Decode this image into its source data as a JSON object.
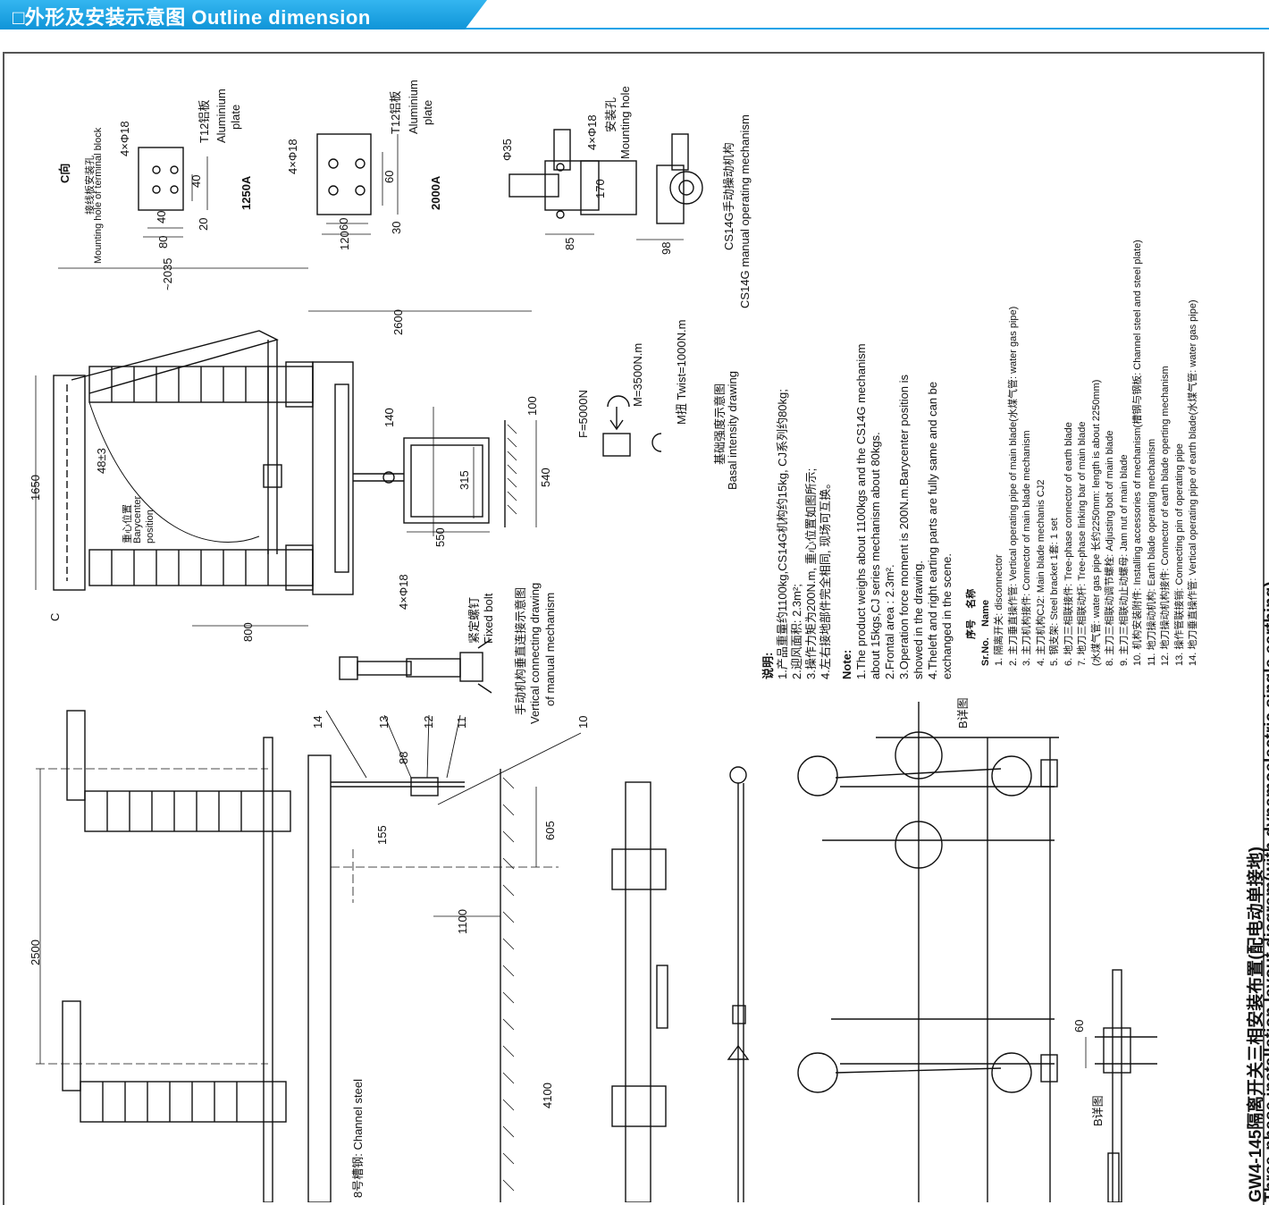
{
  "header": {
    "title": "□外形及安装示意图 Outline dimension"
  },
  "colors": {
    "accent": "#1aa3e8",
    "stroke": "#111111"
  },
  "drawing_title": {
    "cn": "GW4-145隔离开关三相安装布置(配电动单接地)",
    "en": "Three-phase installation layout diagram(with dynamoelectric single earthing)"
  },
  "views": {
    "c_view": {
      "title_cn": "C向",
      "hole_cn": "接线板安装孔",
      "hole_en": "Mounting hole of terminal block",
      "holes": "4×Φ18",
      "plate_cn": "T12铝板",
      "plate_en_1": "Aluminium",
      "plate_en_2": "plate",
      "rating_1": "1250A",
      "rating_2": "2000A",
      "dims_1": [
        "40",
        "20",
        "40",
        "80"
      ],
      "dims_2": [
        "60",
        "30",
        "60",
        "120"
      ]
    },
    "mechanism": {
      "diameter": "Φ35",
      "holes": "4×Φ18",
      "hole_cn": "安装孔",
      "hole_en": "Mounting hole",
      "dims": [
        "170",
        "85",
        "98"
      ],
      "name_cn": "CS14G手动操动机构",
      "name_en": "CS14G manual operating mechanism"
    },
    "basal": {
      "force": "F=5000N",
      "moment": "M=3500N.m",
      "twist": "M扭 Twist=1000N.m",
      "title_cn": "基础强度示意图",
      "title_en": "Basal intensity drawing"
    },
    "side": {
      "dims": [
        "1650",
        "48±3",
        "~2035",
        "2600",
        "140",
        "100",
        "315",
        "540",
        "550",
        "800"
      ],
      "holes": "4×Φ18",
      "bary_cn": "重心位置",
      "bary_en_1": "Barycenter",
      "bary_en_2": "position",
      "c_mark": "C"
    },
    "connect": {
      "bolt_cn": "紧定螺钉",
      "bolt_en": "Fixed bolt",
      "title_cn": "手动机构垂直连接示意图",
      "title_en_1": "Vertical connecting drawing",
      "title_en_2": "of manual mechanism"
    },
    "front": {
      "dims": [
        "2500",
        "155",
        "88",
        "605",
        "1100",
        "4100"
      ],
      "items": [
        "14",
        "13",
        "12",
        "11",
        "10"
      ],
      "channel": "8号槽钢: Channel steel"
    },
    "detail": {
      "label": "B详图",
      "dim": "60"
    }
  },
  "notes": {
    "cn_title": "说明:",
    "cn": [
      "1.产品重量约1100kg,CS14G机构约15kg, CJ系列约80kg;",
      "2.迎风面积: 2.3m²;",
      "3.操作力矩为200N.m, 重心位置如图所示;",
      "4.左右接地部件完全相同, 现场可互换。"
    ],
    "en_title": "Note:",
    "en": [
      "1.The product weighs about 1100kgs and the CS14G mechanism",
      "   about 15kgs,CJ series mechanism about 80kgs.",
      "2.Frontal area : 2.3m².",
      "3.Operation force moment is 200N.m.Barycenter position is",
      "   showed in the drawing.",
      "4.Theleft and right earting parts are fully same and can be",
      "   exchanged in the scene."
    ]
  },
  "parts": {
    "header_cn": [
      "序号",
      "名称"
    ],
    "header_en": [
      "Sr.No.",
      "Name"
    ],
    "rows": [
      "1.   隔离开关: disconnector",
      "2.   主刀垂直操作管: Vertical operating pipe of main blade(水煤气管: water gas pipe)",
      "3.   主刀机构接件: Connector of main blade mechanism",
      "4.   主刀机构CJ2: Main blade mechanis CJ2",
      "5.   钢支架: Steel bracket  1套: 1 set",
      "6.   地刀三相联接件: Tree-phase connector of earth blade",
      "7.   地刀三相联动杆: Tree-phase linking bar of main blade",
      "      (水煤气管: water gas pipe  长约2250mm: length is about 2250mm)",
      "8.   主刀三相联动调节螺栓: Adjusting bolt of main blade",
      "9.   主刀三相联动止动螺母: Jam nut of main blade",
      "10.  机构安装附件: Installing accessories of mechanism(槽钢与钢板: Channel steel and steel plate)",
      "11.  地刀操动机构: Earth blade operating mechanism",
      "12.  地刀操动机构接件: Connector of earth blade operting mechanism",
      "13.  操作管联接销: Connecting pin of operating pipe",
      "14.  地刀垂直操作管: Vertical operating pipe of earth blade(水煤气管: water gas pipe)"
    ]
  }
}
